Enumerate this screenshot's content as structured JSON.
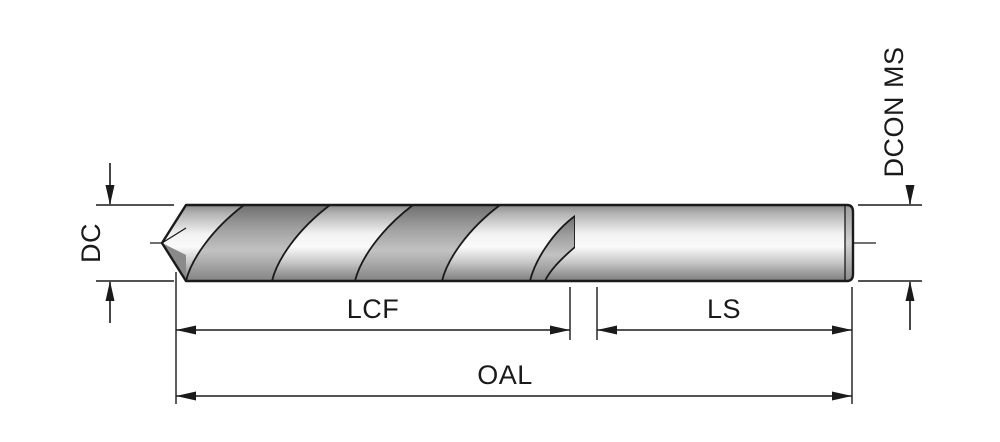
{
  "diagram": {
    "labels": {
      "dc": "DC",
      "dcon_ms": "DCON MS",
      "lcf": "LCF",
      "ls": "LS",
      "oal": "OAL"
    },
    "colors": {
      "line": "#1a1a1a",
      "background": "#ffffff",
      "metal_highlight": "#fafafa",
      "metal_mid": "#c8c8c8",
      "metal_shadow": "#7d7d7d",
      "flute_shadow": "#6f6f6f"
    }
  }
}
